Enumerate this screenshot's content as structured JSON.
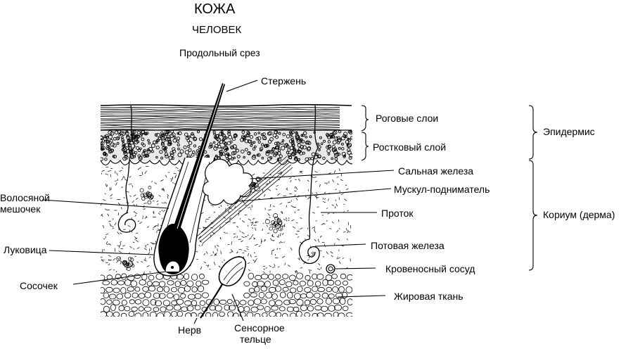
{
  "header": {
    "title": "КОЖА",
    "subtitle": "ЧЕЛОВЕК",
    "section": "Продольный срез"
  },
  "labels": {
    "shaft": "Стержень",
    "horny_layers": "Роговые слои",
    "germinal_layer": "Ростковый слой",
    "epidermis": "Эпидермис",
    "sebaceous_gland": "Сальная железа",
    "arrector_muscle": "Мускул-подниматель",
    "follicle_line1": "Волосяной",
    "follicle_line2": "мешочек",
    "duct": "Проток",
    "dermis": "Кориум (дерма)",
    "bulb": "Луковица",
    "sweat_gland": "Потовая железа",
    "blood_vessel": "Кровеносный сосуд",
    "papilla": "Сосочек",
    "fat_tissue": "Жировая ткань",
    "nerve": "Нерв",
    "sensory_line1": "Сенсорное",
    "sensory_line2": "тельце"
  }
}
